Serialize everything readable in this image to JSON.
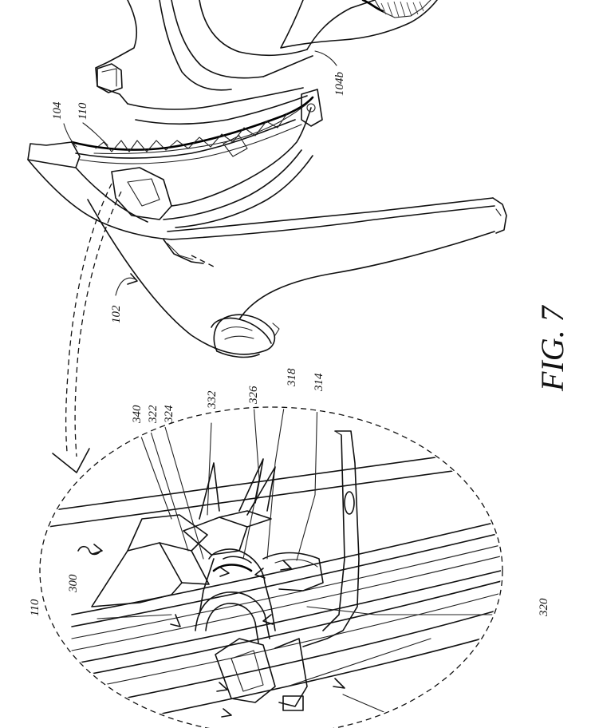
{
  "figure": {
    "title": "FIG. 7"
  },
  "labels": {
    "r104": "104",
    "r110_top": "110",
    "r104b": "104b",
    "r102": "102",
    "r340": "340",
    "r322": "322",
    "r324": "324",
    "r332": "332",
    "r326": "326",
    "r318": "318",
    "r314": "314",
    "r300": "300",
    "r110_detail": "110",
    "r320": "320"
  }
}
